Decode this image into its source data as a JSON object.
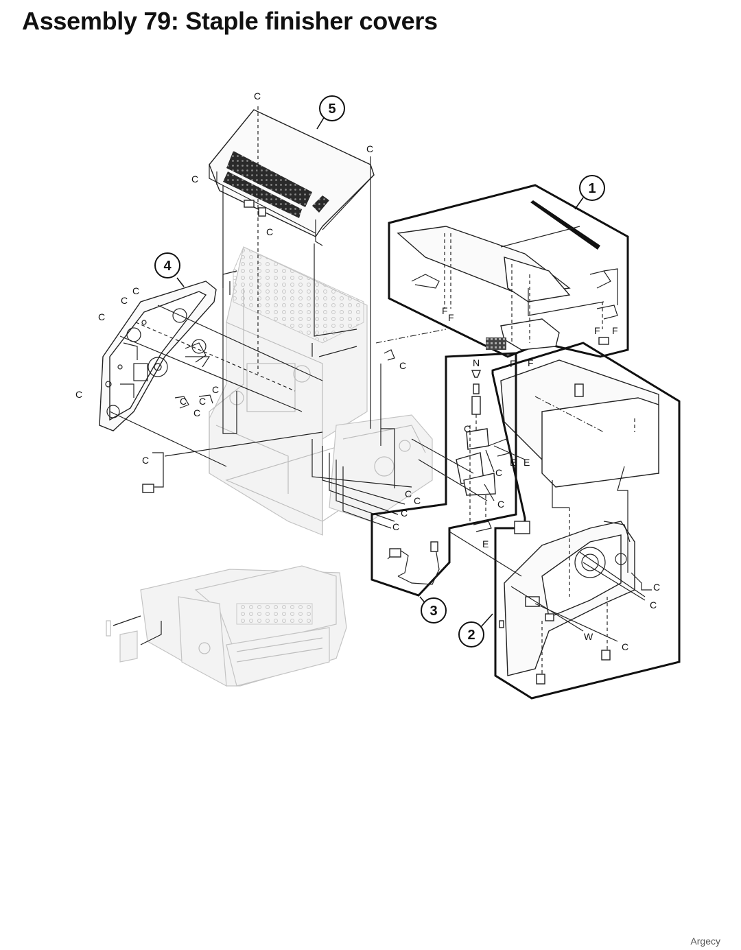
{
  "title": "Assembly 79: Staple finisher covers",
  "footer": "Argecy",
  "callouts": [
    "1",
    "2",
    "3",
    "4",
    "5"
  ],
  "letters": {
    "c": "C",
    "e": "E",
    "f": "F",
    "n": "N",
    "w": "W"
  }
}
